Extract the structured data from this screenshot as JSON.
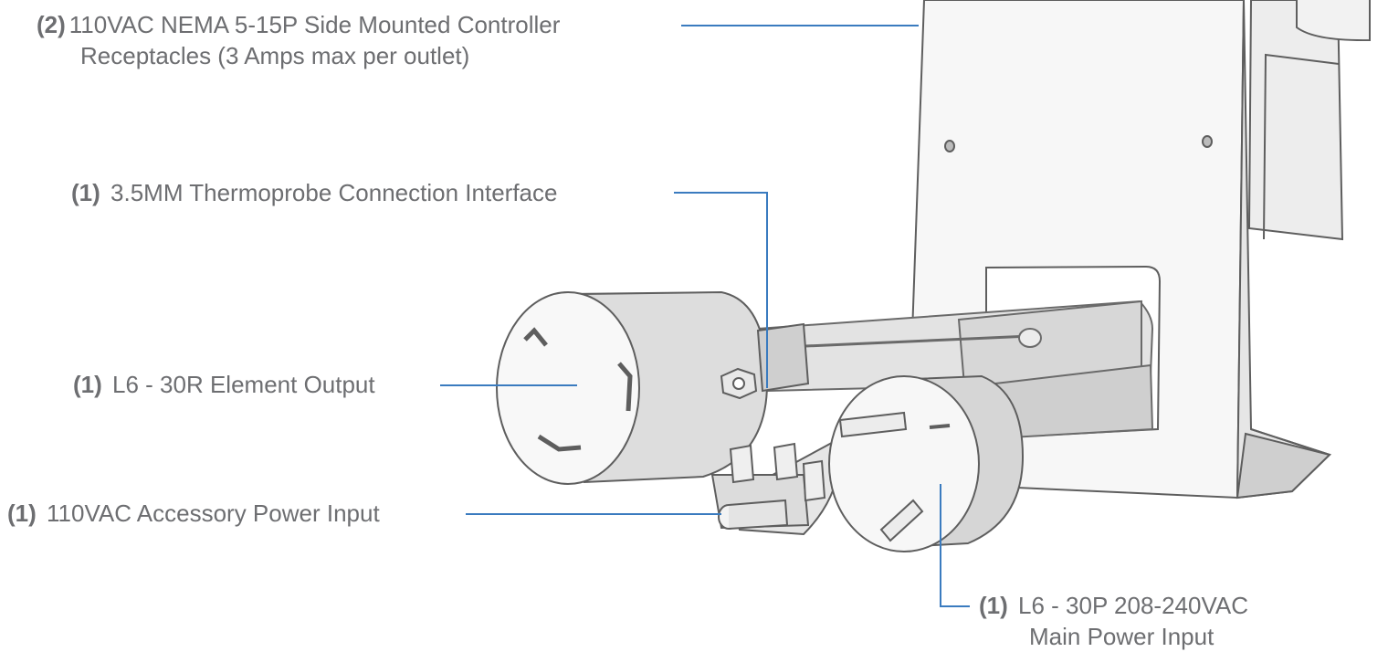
{
  "callouts": [
    {
      "id": "side-receptacles",
      "qty": "(2)",
      "line1": "110VAC NEMA 5-15P Side Mounted Controller",
      "line2": "Receptacles (3 Amps max per outlet)"
    },
    {
      "id": "thermoprobe",
      "qty": "(1)",
      "line1": "3.5MM Thermoprobe Connection Interface",
      "line2": ""
    },
    {
      "id": "element-output",
      "qty": "(1)",
      "line1": "L6 - 30R Element Output",
      "line2": ""
    },
    {
      "id": "accessory-power",
      "qty": "(1)",
      "line1": "110VAC Accessory Power Input",
      "line2": ""
    },
    {
      "id": "main-power",
      "qty": "(1)",
      "line1": "L6 - 30P 208-240VAC",
      "line2": "Main Power Input"
    }
  ],
  "colors": {
    "leader_line": "#3a7bbf",
    "label_text": "#6d6e71",
    "outline": "#6b6b6b",
    "body_fill": "#f4f4f4",
    "shade_fill": "#d9d9d9"
  }
}
